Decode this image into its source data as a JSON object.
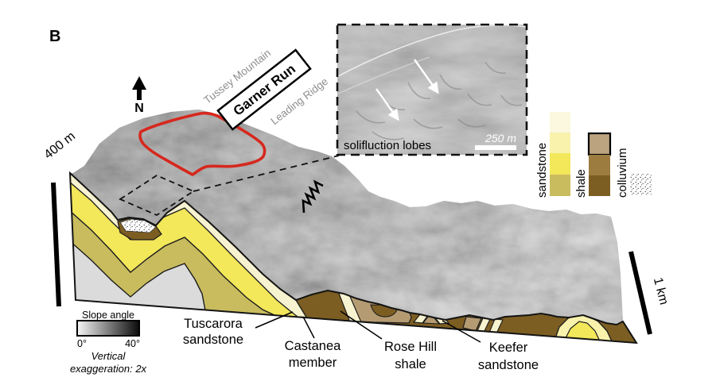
{
  "panel": {
    "label": "B"
  },
  "compass": {
    "north_label": "N"
  },
  "scale_bars": {
    "vertical_label": "400 m",
    "horizontal_label": "1 km"
  },
  "geography": {
    "mountain": "Tussey Mountain",
    "valley": "Garner Run",
    "ridge": "Leading Ridge"
  },
  "inset": {
    "caption": "solifluction lobes",
    "scale_label": "250 m"
  },
  "slope_legend": {
    "title": "Slope angle",
    "min_label": "0°",
    "max_label": "40°",
    "note_line1": "Vertical",
    "note_line2": "exaggeration: 2x"
  },
  "lithology_legend": {
    "sandstone": {
      "label": "sandstone",
      "colors": [
        "#FBF8DF",
        "#F8F2AC",
        "#F3E75A",
        "#C9BC5E"
      ]
    },
    "shale": {
      "label": "shale",
      "colors": [
        "#BCA380",
        "#9C7C3F",
        "#7D5E22"
      ]
    },
    "colluvium": {
      "label": "colluvium",
      "pattern": "stipple"
    }
  },
  "formations": [
    {
      "name_line1": "Tuscarora",
      "name_line2": "sandstone"
    },
    {
      "name_line1": "Castanea",
      "name_line2": "member"
    },
    {
      "name_line1": "Rose Hill",
      "name_line2": "shale"
    },
    {
      "name_line1": "Keefer",
      "name_line2": "sandstone"
    }
  ],
  "colors": {
    "watershed_outline": "#D6281E",
    "face_gray": "#DBDBDB",
    "olive_sandstone": "#C9BC5E",
    "tuscarora_yellow": "#F3E75A",
    "castanea_cream": "#F7F2CF",
    "keefer_cream": "#F7F2CF",
    "pale_sandstone": "#F8F2AC",
    "rose_hill_brown": "#7D5E22",
    "tan_shale": "#B49B72",
    "terrain_gray": "#A3A3A3"
  }
}
